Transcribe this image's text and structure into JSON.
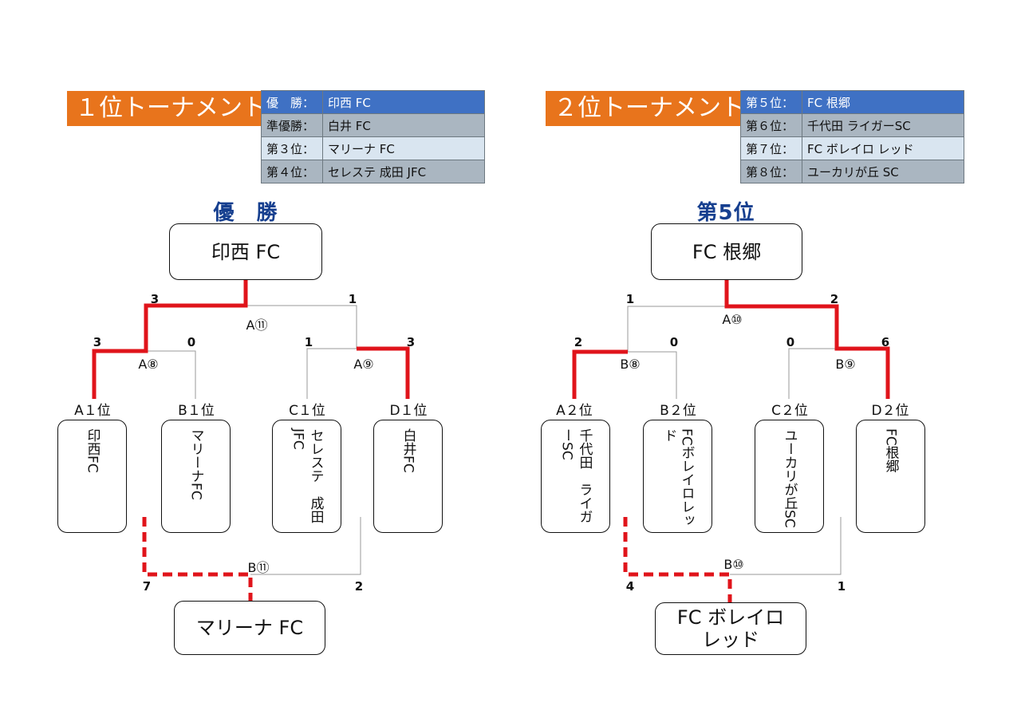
{
  "left": {
    "banner": "１位トーナメント",
    "results": [
      {
        "label": "優　勝：",
        "team": "印西 FC"
      },
      {
        "label": "準優勝：",
        "team": "白井 FC"
      },
      {
        "label": "第３位：",
        "team": "マリーナ FC"
      },
      {
        "label": "第４位：",
        "team": "セレステ 成田 JFC"
      }
    ],
    "heading": "優　勝",
    "winner_box": "印西 FC",
    "final_match": "A⑪",
    "semi_left_match": "A⑧",
    "semi_right_match": "A⑨",
    "third_match": "B⑪",
    "seeds": [
      {
        "pos": "A１位",
        "team": "印西FC"
      },
      {
        "pos": "B１位",
        "team": "マリーナFC"
      },
      {
        "pos": "C１位",
        "team": "セレステ　成田JFC"
      },
      {
        "pos": "D１位",
        "team": "白井FC"
      }
    ],
    "scores": {
      "final_left": "3",
      "final_right": "1",
      "sl_left": "3",
      "sl_right": "0",
      "sr_left": "1",
      "sr_right": "3",
      "third_left": "7",
      "third_right": "2"
    },
    "third_box": "マリーナ FC"
  },
  "right": {
    "banner": "２位トーナメント",
    "results": [
      {
        "label": "第５位：",
        "team": "FC 根郷"
      },
      {
        "label": "第６位：",
        "team": "千代田 ライガーSC"
      },
      {
        "label": "第７位：",
        "team": "FC ボレイロ レッド"
      },
      {
        "label": "第８位：",
        "team": "ユーカリが丘 SC"
      }
    ],
    "heading": "第5位",
    "winner_box": "FC 根郷",
    "final_match": "A⑩",
    "semi_left_match": "B⑧",
    "semi_right_match": "B⑨",
    "third_match": "B⑩",
    "seeds": [
      {
        "pos": "A２位",
        "team": "千代田　ライガーSC"
      },
      {
        "pos": "B２位",
        "team": "FCボレイロレッド"
      },
      {
        "pos": "C２位",
        "team": "ユーカリが丘SC"
      },
      {
        "pos": "D２位",
        "team": "FC根郷"
      }
    ],
    "scores": {
      "final_left": "1",
      "final_right": "2",
      "sl_left": "2",
      "sl_right": "0",
      "sr_left": "0",
      "sr_right": "6",
      "third_left": "4",
      "third_right": "1"
    },
    "third_box": "FC ボレイロ\nレッド"
  },
  "colors": {
    "banner": "#e8741c",
    "winner_line": "#e0141b",
    "thin_line": "#9a9a9a",
    "heading": "#163f8f"
  }
}
